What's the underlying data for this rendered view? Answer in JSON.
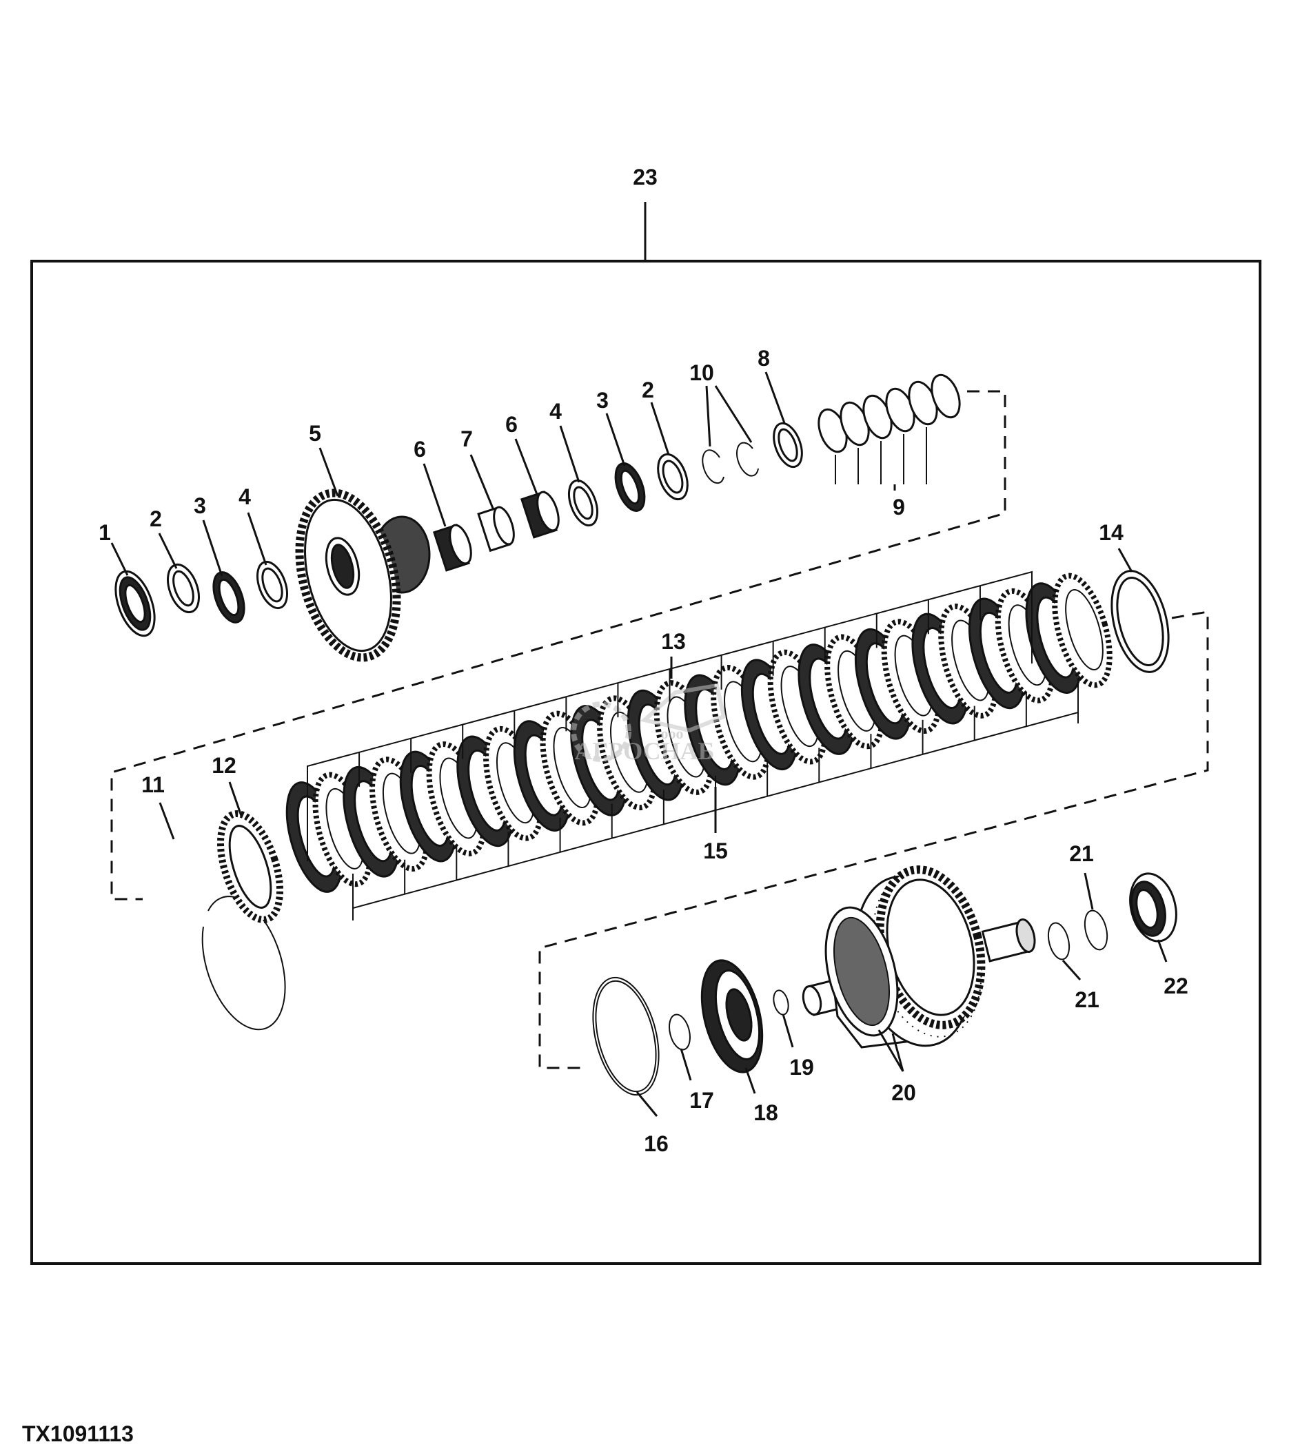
{
  "figure_id": "TX1091113",
  "callouts": {
    "c1": "1",
    "c2a": "2",
    "c3a": "3",
    "c4a": "4",
    "c5": "5",
    "c6a": "6",
    "c7": "7",
    "c6b": "6",
    "c4b": "4",
    "c3b": "3",
    "c2b": "2",
    "c10": "10",
    "c8": "8",
    "c9": "9",
    "c11": "11",
    "c12": "12",
    "c13": "13",
    "c14": "14",
    "c15": "15",
    "c16": "16",
    "c17": "17",
    "c18": "18",
    "c19": "19",
    "c20": "20",
    "c21a": "21",
    "c21b": "21",
    "c22": "22",
    "c23": "23"
  },
  "watermark": {
    "text": "АГРОСНАБ",
    "small": "ооо"
  }
}
